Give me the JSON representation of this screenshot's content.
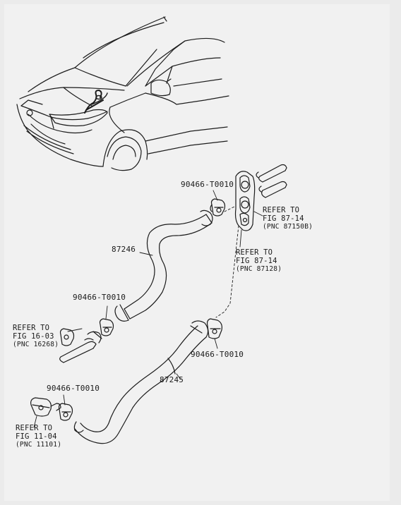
{
  "part_numbers": {
    "clamp_top": "90466-T0010",
    "clamp_mid": "90466-T0010",
    "clamp_right": "90466-T0010",
    "clamp_bottom": "90466-T0010",
    "hose_upper": "87246",
    "hose_lower": "87245"
  },
  "refs": {
    "fig_87_14_a": {
      "line1": "REFER TO",
      "line2": "FIG 87-14",
      "line3": "(PNC 87150B)"
    },
    "fig_87_14_b": {
      "line1": "REFER TO",
      "line2": "FIG 87-14",
      "line3": "(PNC 87128)"
    },
    "fig_16_03": {
      "line1": "REFER TO",
      "line2": "FIG 16-03",
      "line3": "(PNC 16268)"
    },
    "fig_11_04": {
      "line1": "REFER TO",
      "line2": "FIG 11-04",
      "line3": "(PNC 11101)"
    }
  }
}
